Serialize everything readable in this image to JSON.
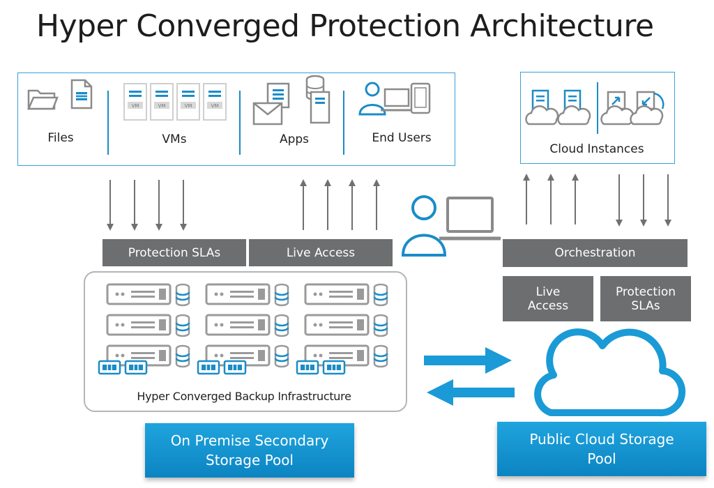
{
  "title": "Hyper Converged Protection Architecture",
  "sources": {
    "files": "Files",
    "vms": "VMs",
    "apps": "Apps",
    "end_users": "End Users",
    "vm_tag": "VM"
  },
  "cloud_instances": "Cloud Instances",
  "bars": {
    "protection_slas": "Protection SLAs",
    "live_access": "Live Access",
    "orchestration": "Orchestration",
    "live_access_cloud": "Live Access",
    "protection_slas_cloud": "Protection SLAs"
  },
  "infrastructure_label": "Hyper Converged Backup Infrastructure",
  "on_premise_pool": "On Premise Secondary\nStorage Pool",
  "public_cloud_pool": "Public Cloud Storage\nPool",
  "colors": {
    "accent": "#1a8cc8",
    "gray_bar": "#6d6e70",
    "icon_gray": "#8a8a8a",
    "arrow_gray": "#707070"
  }
}
